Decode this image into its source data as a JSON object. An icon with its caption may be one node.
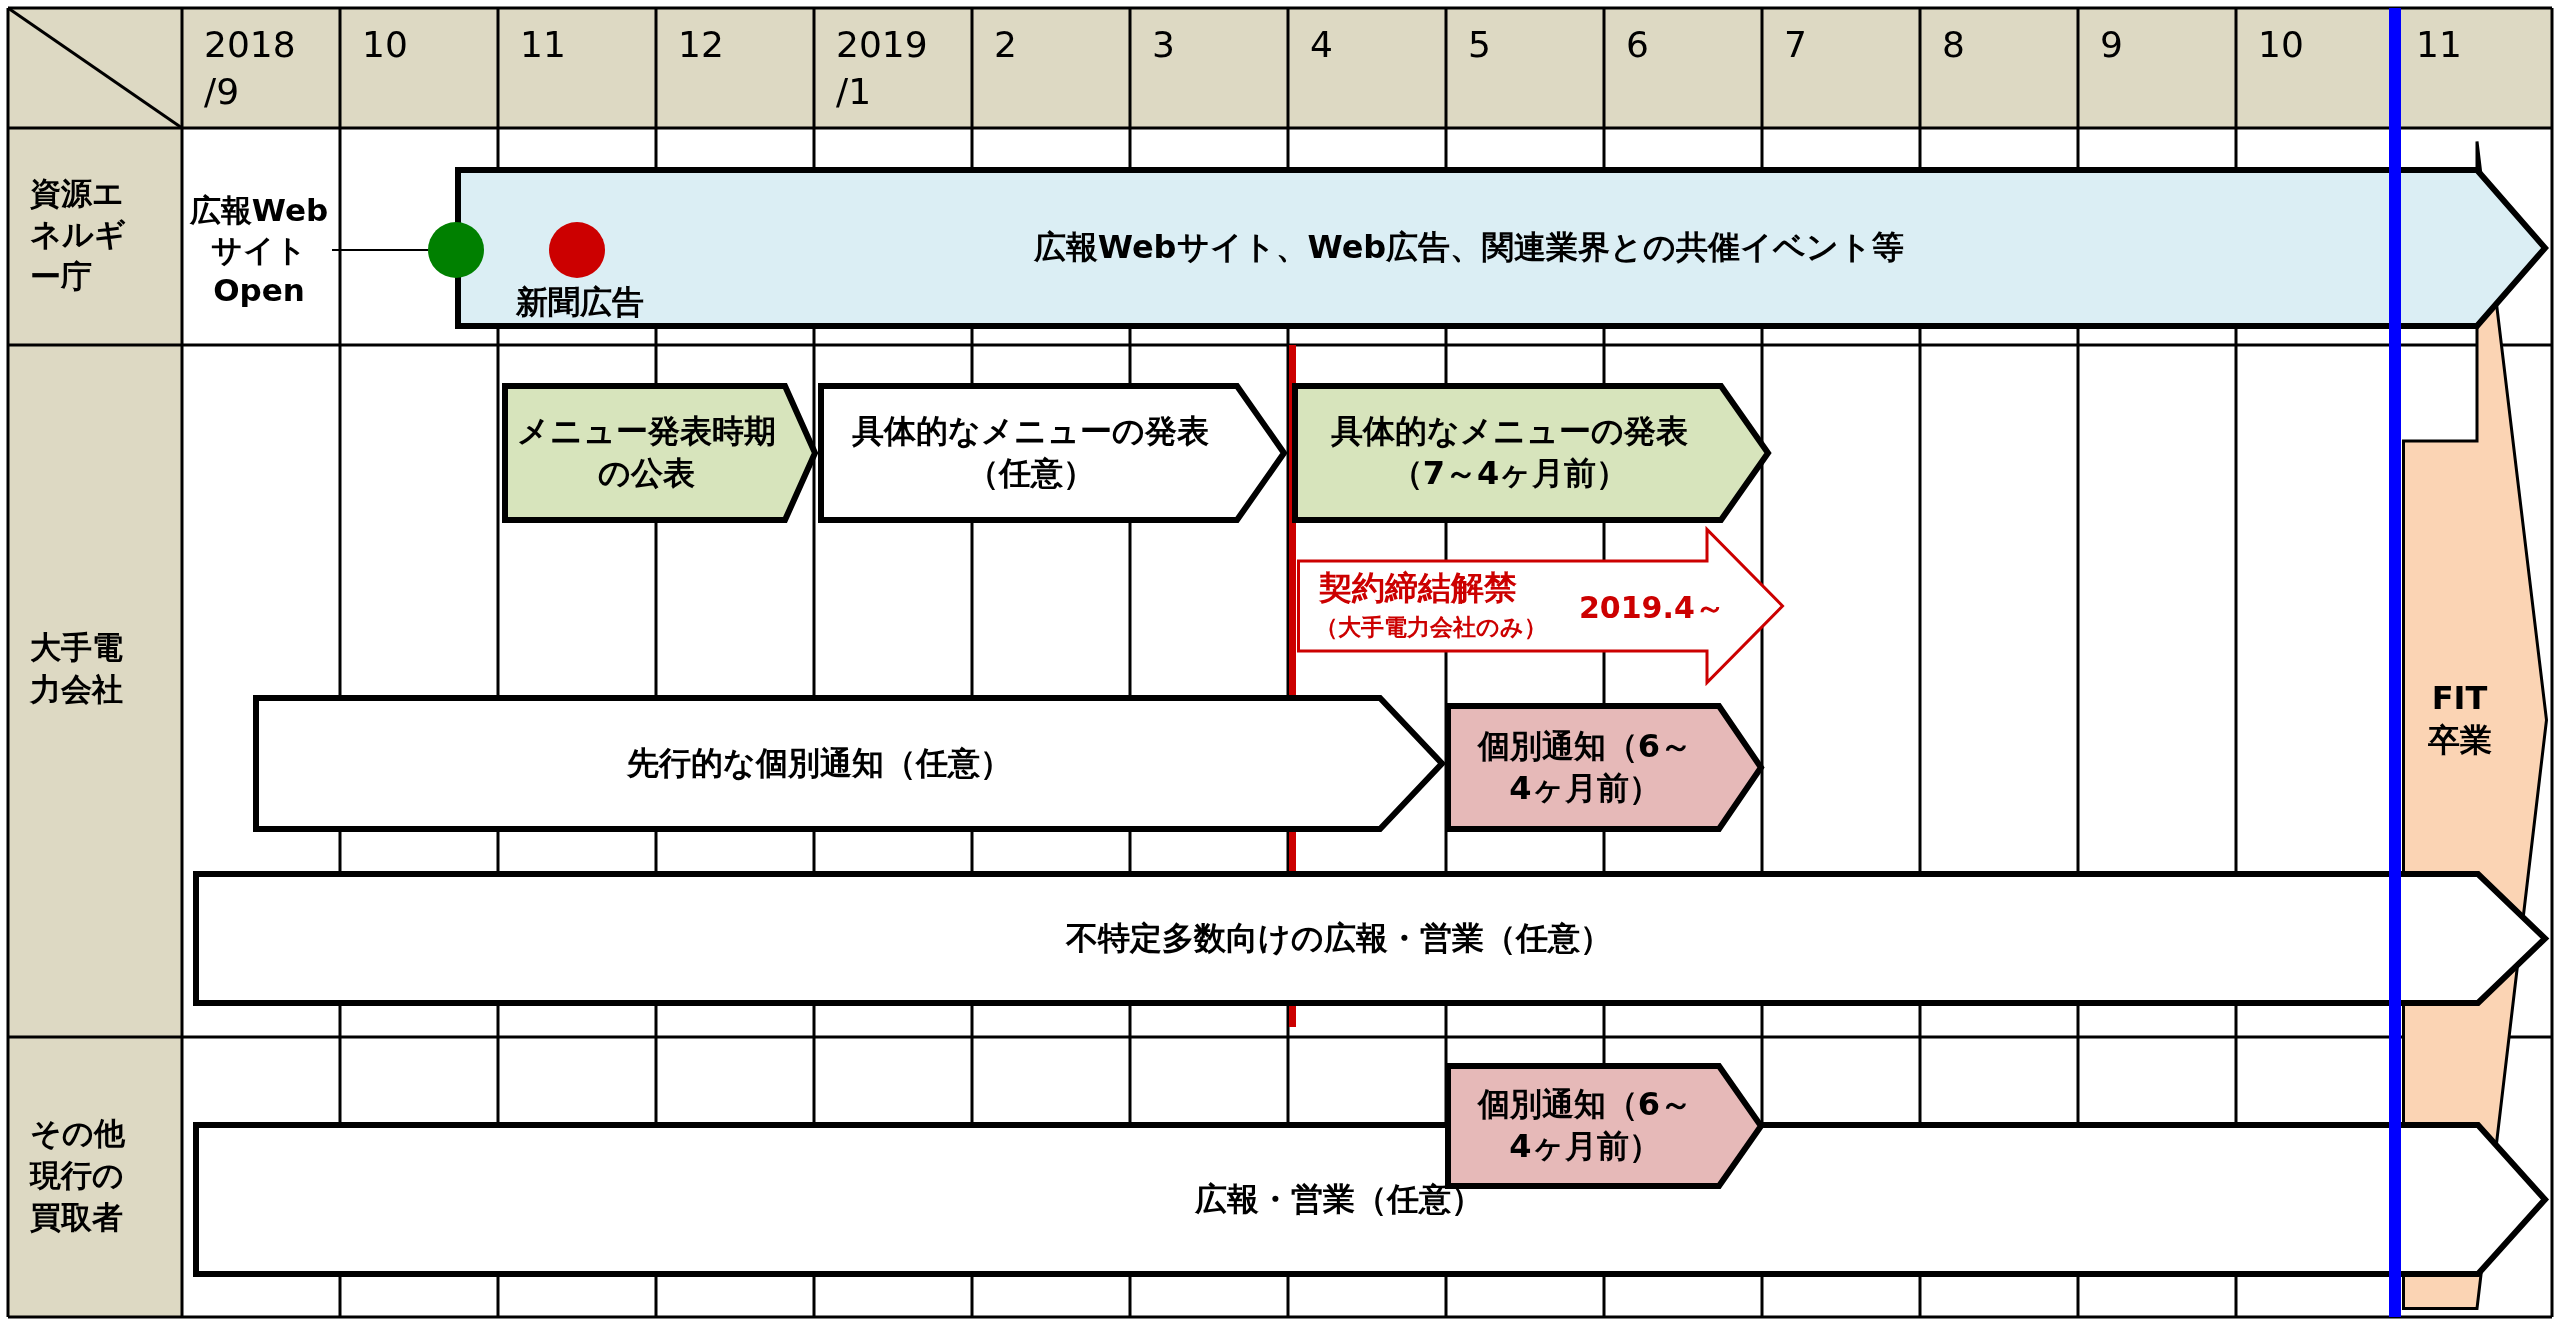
{
  "diagram": {
    "nodes": [
      {
        "text": [
          "広報Webサイト Open"
        ]
      },
      {
        "text": [
          "広報Webサイト、Web広告、関連業界との共催イベント等"
        ]
      },
      {
        "text": [],
        "shape": "circle"
      },
      {
        "text": [],
        "shape": "circle",
        "in": 1,
        "beside": [
          "新聞広告"
        ]
      },
      {
        "text": [
          "メニュー発表時期の公表"
        ]
      },
      {
        "text": [
          "具体的なメニューの発表（任意）"
        ]
      },
      {
        "text": [
          "具体的なメニューの発表（7～4ヶ月前）"
        ]
      },
      {
        "text": [
          "契約締結解禁",
          "（大手電力会社のみ）",
          "2019.4～"
        ]
      },
      {
        "text": [
          "先行的な個別通知（任意）"
        ]
      },
      {
        "text": [
          "個別通知（6～4ヶ月前）"
        ]
      },
      {
        "text": [
          "不特定多数向けの広報・営業（任意）"
        ]
      },
      {
        "text": [
          "FIT卒業"
        ]
      },
      {
        "text": [
          "個別通知（6～4ヶ月前）"
        ]
      },
      {
        "text": [
          "広報・営業（任意）"
        ]
      }
    ],
    "edges": [
      {
        "from": 0,
        "to": 2,
        "arrow": "none"
      }
    ],
    "labels": [
      "2018 /9",
      "10",
      "11",
      "12",
      "2019 /1",
      "2",
      "3",
      "4",
      "5",
      "6",
      "7",
      "8",
      "9",
      "10",
      "11",
      "資源エネルギー庁",
      "大手電力会社",
      "その他現行の買取者"
    ]
  }
}
